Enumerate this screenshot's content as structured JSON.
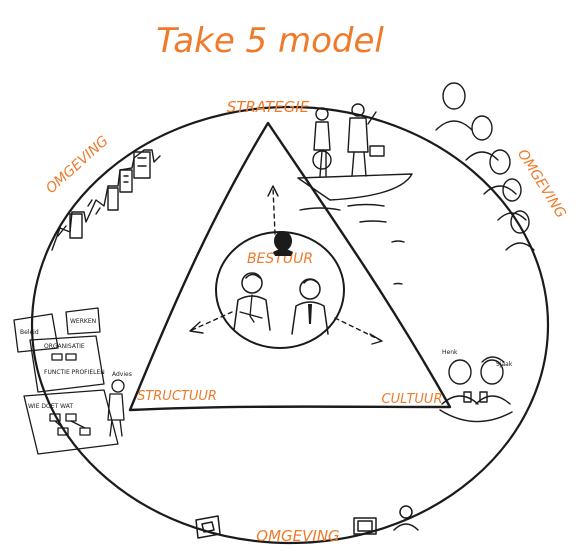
{
  "title": "Take 5 model",
  "labels": {
    "strategie": "STRATEGIE",
    "bestuur": "BESTUUR",
    "structuur": "STRUCTUUR",
    "cultuur": "CULTUUR",
    "omgeving_left": "OMGEVING",
    "omgeving_right": "OMGEVING",
    "omgeving_bottom": "OMGEVING"
  },
  "sketch_notes": {
    "beleid": "Beleid",
    "werken": "WERKEN",
    "organisatie": "ORGANISATIE",
    "functie_profielen": "FUNCTIE PROFIELEN",
    "wie_doet_wat": "WIE DOET WAT",
    "advies": "Advies",
    "henk": "Henk",
    "sjaak": "Sjaak"
  },
  "colors": {
    "accent": "#f07a2a",
    "ink": "#1b1b1b"
  }
}
